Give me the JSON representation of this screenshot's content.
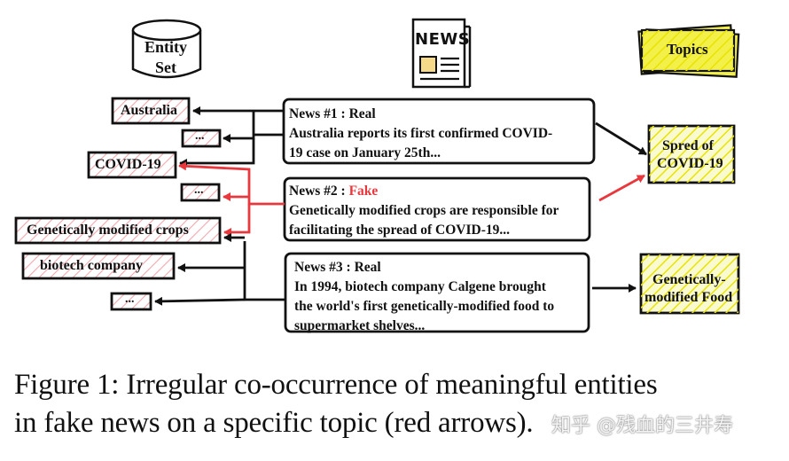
{
  "entity_set": {
    "title_line1": "Entity",
    "title_line2": "Set"
  },
  "news_icon": {
    "label": "NEWS"
  },
  "topics_icon": {
    "label": "Topics"
  },
  "entities": [
    {
      "label": "Australia"
    },
    {
      "label": "..."
    },
    {
      "label": "COVID-19"
    },
    {
      "label": "..."
    },
    {
      "label": "Genetically modified crops"
    },
    {
      "label": "biotech company"
    },
    {
      "label": "..."
    }
  ],
  "news": [
    {
      "title": "News #1 : Real",
      "prefix": "News #1 : ",
      "status": "Real",
      "body_line1": "Australia reports its first confirmed COVID-",
      "body_line2": "19 case on January 25th..."
    },
    {
      "title": "News #2 : Fake",
      "prefix": "News #2 : ",
      "status": "Fake",
      "body_line1": "Genetically modified crops are responsible for",
      "body_line2": "facilitating the spread of COVID-19..."
    },
    {
      "title": "News #3 : Real",
      "prefix": "News #3 : ",
      "status": "Real",
      "body_line1": "In 1994, biotech company Calgene brought",
      "body_line2": "the world's first genetically-modified food to",
      "body_line3": "supermarket shelves..."
    }
  ],
  "topics": [
    {
      "line1": "Spred of",
      "line2": "COVID-19"
    },
    {
      "line1": "Genetically-",
      "line2": "modified Food"
    }
  ],
  "caption": {
    "line1": "Figure 1: Irregular co-occurrence of meaningful entities",
    "line2": "in fake news on a specific topic (red arrows)."
  },
  "watermark": "知乎 @残血的三井寿",
  "colors": {
    "stroke": "#111111",
    "red": "#e8383d",
    "pink_hatch": "#f2a8ad",
    "yellow": "#f3f04a",
    "yellow_hatch": "#e6e300"
  }
}
